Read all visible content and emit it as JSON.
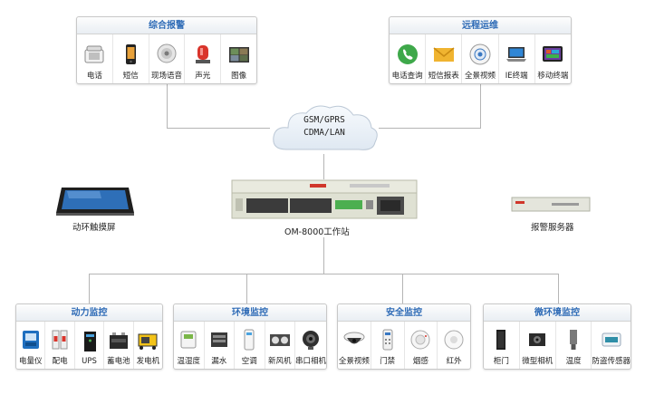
{
  "top_left": {
    "title": "综合报警",
    "items": [
      {
        "label": "电话",
        "icon": "telephone-icon"
      },
      {
        "label": "短信",
        "icon": "mobile-phone-icon"
      },
      {
        "label": "现场语音",
        "icon": "speaker-icon"
      },
      {
        "label": "声光",
        "icon": "alarm-light-icon"
      },
      {
        "label": "图像",
        "icon": "camera-video-icon"
      }
    ]
  },
  "top_right": {
    "title": "远程运维",
    "items": [
      {
        "label": "电话查询",
        "icon": "phone-call-icon"
      },
      {
        "label": "短信报表",
        "icon": "envelope-icon"
      },
      {
        "label": "全景视频",
        "icon": "panoramic-camera-icon"
      },
      {
        "label": "IE终端",
        "icon": "laptop-icon"
      },
      {
        "label": "移动终端",
        "icon": "tablet-icon"
      }
    ]
  },
  "cloud": {
    "line1": "GSM/GPRS",
    "line2": "CDMA/LAN"
  },
  "center_device": {
    "label": "OM-8000工作站"
  },
  "left_device": {
    "label": "动环触摸屏"
  },
  "right_device": {
    "label": "报警服务器"
  },
  "bottom": {
    "power": {
      "title": "动力监控",
      "items": [
        {
          "label": "电量仪",
          "icon": "power-meter-icon"
        },
        {
          "label": "配电",
          "icon": "circuit-breaker-icon"
        },
        {
          "label": "UPS",
          "icon": "ups-icon"
        },
        {
          "label": "蓄电池",
          "icon": "battery-icon"
        },
        {
          "label": "发电机",
          "icon": "generator-icon"
        }
      ]
    },
    "env": {
      "title": "环境监控",
      "items": [
        {
          "label": "温湿度",
          "icon": "thermo-hygrometer-icon"
        },
        {
          "label": "漏水",
          "icon": "water-leak-icon"
        },
        {
          "label": "空调",
          "icon": "air-conditioner-icon"
        },
        {
          "label": "新风机",
          "icon": "fresh-air-unit-icon"
        },
        {
          "label": "串口相机",
          "icon": "serial-camera-icon"
        }
      ]
    },
    "security": {
      "title": "安全监控",
      "items": [
        {
          "label": "全景视频",
          "icon": "dome-camera-icon"
        },
        {
          "label": "门禁",
          "icon": "access-control-icon"
        },
        {
          "label": "烟感",
          "icon": "smoke-detector-icon"
        },
        {
          "label": "红外",
          "icon": "infrared-sensor-icon"
        }
      ]
    },
    "micro": {
      "title": "微环境监控",
      "items": [
        {
          "label": "柜门",
          "icon": "cabinet-door-icon"
        },
        {
          "label": "微型相机",
          "icon": "mini-camera-icon"
        },
        {
          "label": "温度",
          "icon": "temperature-sensor-icon"
        },
        {
          "label": "防盗传感器",
          "icon": "anti-theft-sensor-icon"
        }
      ]
    }
  },
  "colors": {
    "panel_title": "#2e6bb6",
    "connector": "#b5b5b5",
    "cloud": "#dfe8f2"
  }
}
